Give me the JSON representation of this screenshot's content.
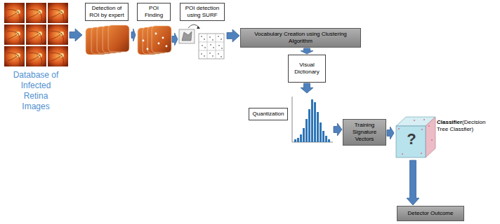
{
  "diagram": {
    "nodes": [
      {
        "text": [
          "Database of Infected Retina Images"
        ]
      },
      {
        "text": [
          "Detection of ROI by expert"
        ]
      },
      {
        "text": [
          "POI Finding"
        ]
      },
      {
        "text": [
          "POI detection using SURF"
        ]
      },
      {
        "text": [
          "Vocabulary Creation using Clustering Algorithm"
        ]
      },
      {
        "text": [
          "Visual Dictionary"
        ]
      },
      {
        "text": [
          "Quantization"
        ]
      },
      {
        "text": [
          "Training Signature Vectors"
        ]
      },
      {
        "text": [
          "Classifier",
          "(Decision Tree Classfier)"
        ]
      },
      {
        "text": [
          "Detector Outcome"
        ]
      }
    ],
    "edges": [
      {
        "from": 0,
        "to": 1,
        "arrow": "to"
      },
      {
        "from": 1,
        "to": 2,
        "arrow": "to"
      },
      {
        "from": 2,
        "to": 3,
        "arrow": "to"
      },
      {
        "from": 3,
        "to": 4,
        "arrow": "to"
      },
      {
        "from": 4,
        "to": 5,
        "arrow": "to"
      },
      {
        "from": 5,
        "to": 6,
        "arrow": "to"
      },
      {
        "from": 6,
        "to": 7,
        "arrow": "to"
      },
      {
        "from": 7,
        "to": 8,
        "arrow": "to"
      },
      {
        "from": 8,
        "to": 9,
        "arrow": "to"
      }
    ],
    "labels": [
      "?"
    ]
  }
}
